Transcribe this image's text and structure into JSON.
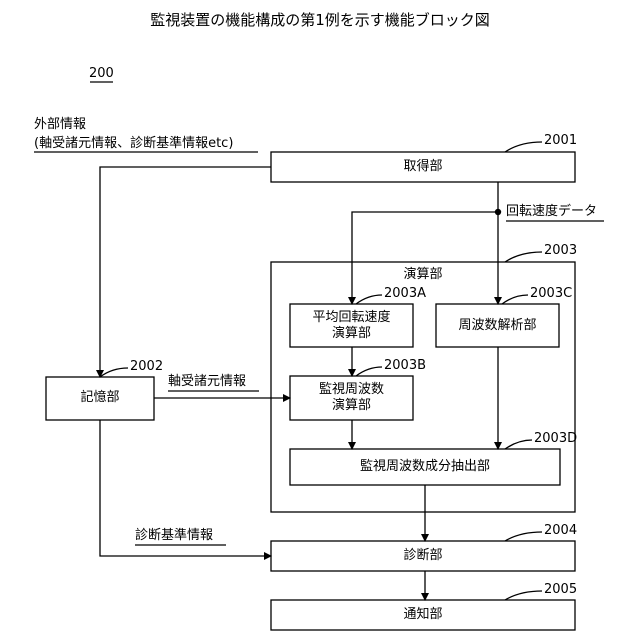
{
  "title": "監視装置の機能構成の第1例を示す機能ブロック図",
  "figure_number": "200",
  "external_info": {
    "line1": "外部情報",
    "line2": "(軸受諸元情報、診断基準情報etc)"
  },
  "nodes": {
    "acquisition": {
      "label": "取得部",
      "ref": "2001"
    },
    "computation": {
      "label": "演算部",
      "ref": "2003"
    },
    "avg_speed": {
      "label_line1": "平均回転速度",
      "label_line2": "演算部",
      "ref": "2003A"
    },
    "monitor_freq": {
      "label_line1": "監視周波数",
      "label_line2": "演算部",
      "ref": "2003B"
    },
    "frequency_analysis": {
      "label": "周波数解析部",
      "ref": "2003C"
    },
    "extraction": {
      "label": "監視周波数成分抽出部",
      "ref": "2003D"
    },
    "storage": {
      "label": "記憶部",
      "ref": "2002"
    },
    "diagnosis": {
      "label": "診断部",
      "ref": "2004"
    },
    "notification": {
      "label": "通知部",
      "ref": "2005"
    }
  },
  "edge_labels": {
    "rotation_speed_data": "回転速度データ",
    "bearing_spec_info": "軸受諸元情報",
    "diagnosis_criteria_info": "診断基準情報"
  }
}
